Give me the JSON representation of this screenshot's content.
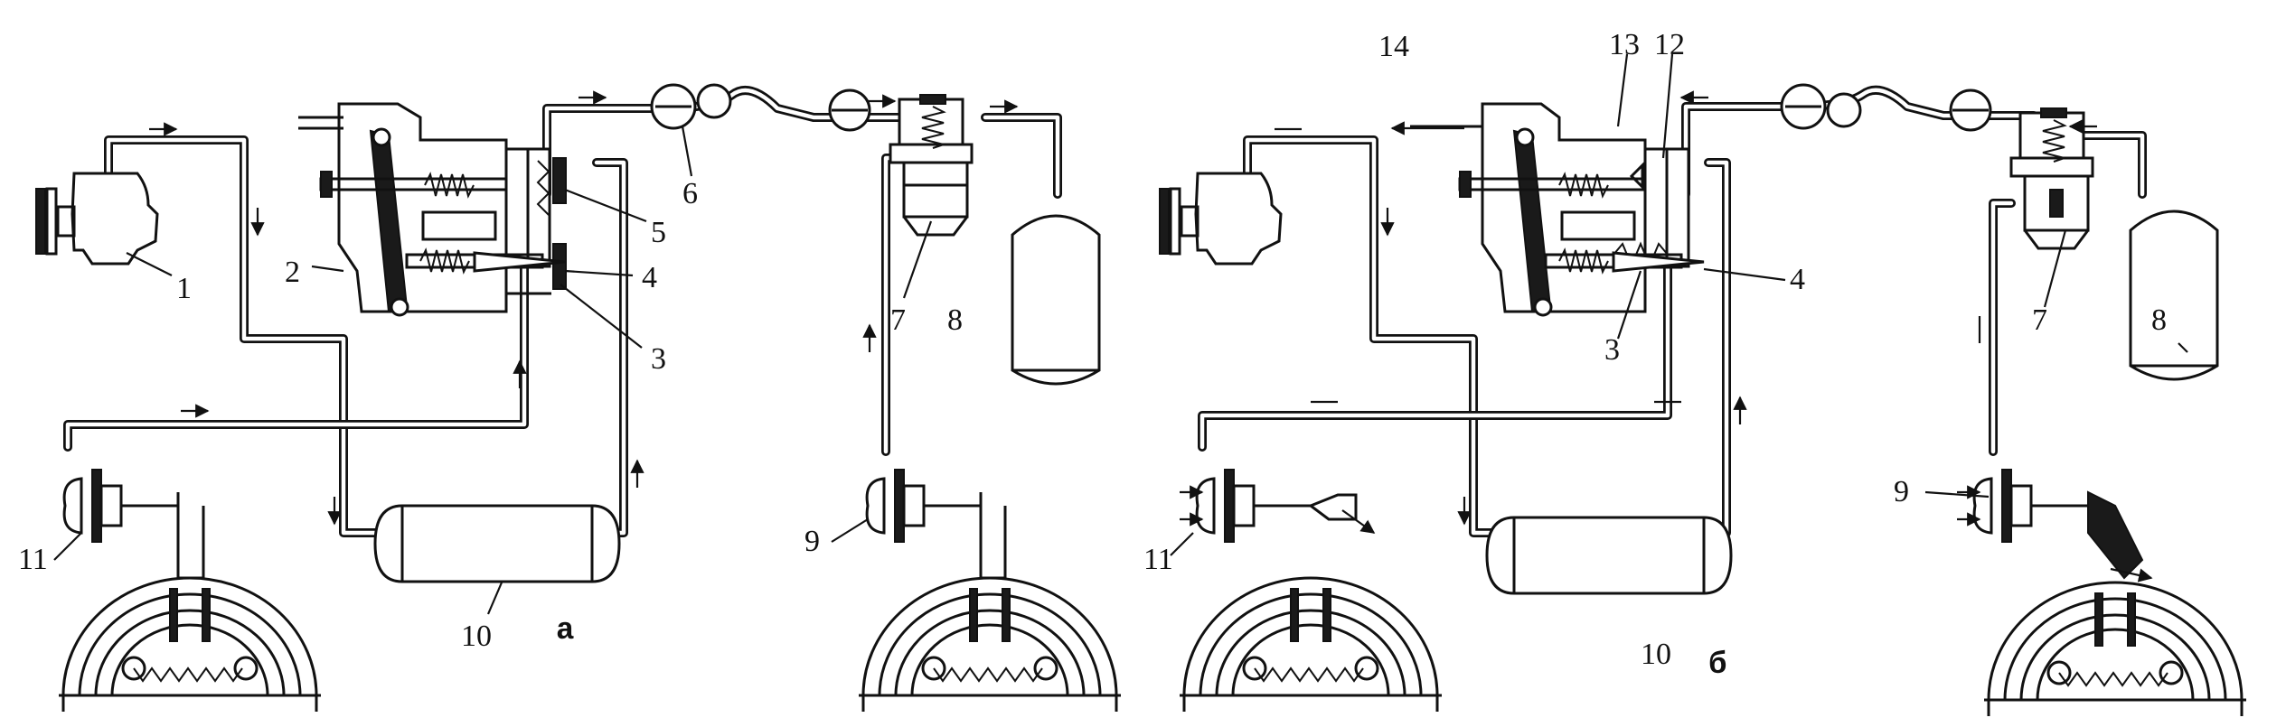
{
  "panels": [
    {
      "panel_label": "а",
      "callouts": [
        "1",
        "2",
        "3",
        "4",
        "5",
        "6",
        "7",
        "8",
        "9",
        "10",
        "11"
      ]
    },
    {
      "panel_label": "б",
      "callouts": [
        "14",
        "13",
        "12",
        "4",
        "3",
        "7",
        "8",
        "9",
        "11",
        "10"
      ]
    }
  ]
}
